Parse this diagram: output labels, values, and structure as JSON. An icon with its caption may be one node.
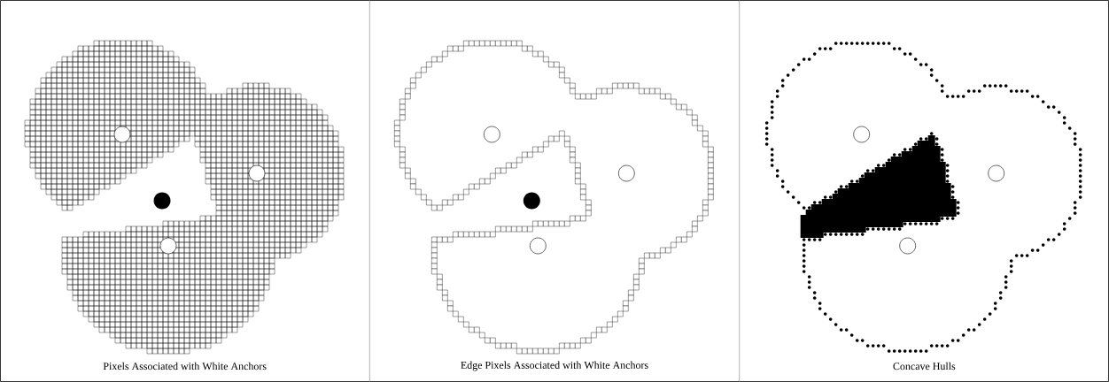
{
  "diagram": {
    "labels": [
      "Pixels Associated with White Anchors",
      "Edge Pixels Associated with White Anchors",
      "Concave Hulls"
    ]
  }
}
